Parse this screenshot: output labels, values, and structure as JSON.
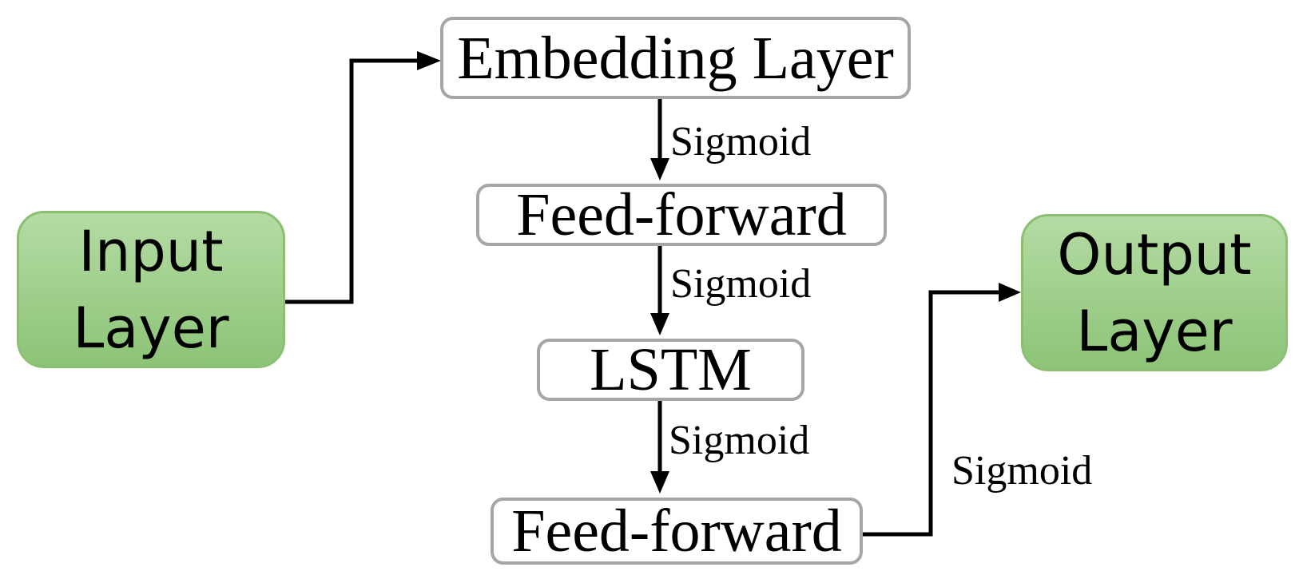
{
  "nodes": {
    "input": "Input\nLayer",
    "embedding": "Embedding Layer",
    "feedforward_1": "Feed-forward",
    "lstm": "LSTM",
    "feedforward_2": "Feed-forward",
    "output": "Output\nLayer"
  },
  "edges": {
    "embedding_to_ff1": "Sigmoid",
    "ff1_to_lstm": "Sigmoid",
    "lstm_to_ff2": "Sigmoid",
    "ff2_to_output": "Sigmoid"
  },
  "colors": {
    "layer_fill_top": "#b5dba4",
    "layer_fill_bottom": "#8cc477",
    "layer_border": "#8bbf72",
    "block_border": "#a6a6a6",
    "edge": "#000000"
  }
}
